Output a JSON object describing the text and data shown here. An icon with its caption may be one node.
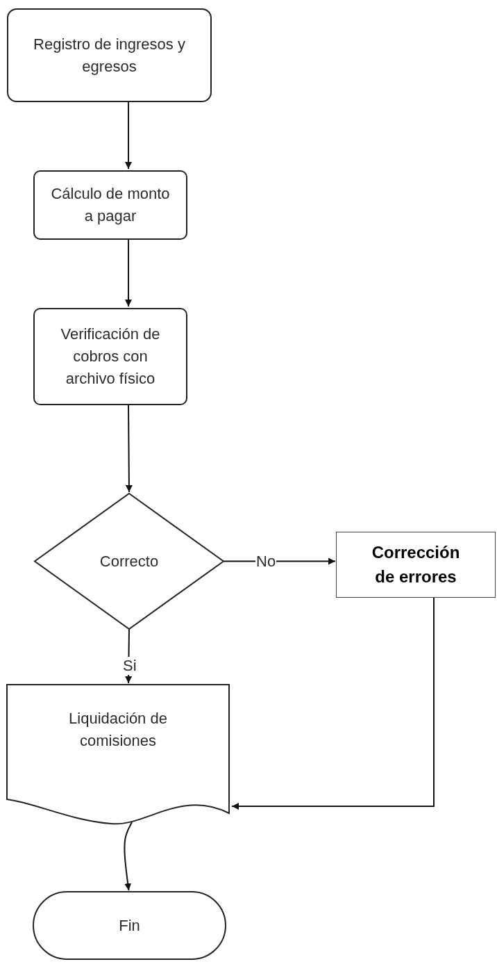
{
  "diagram": {
    "nodes": [
      {
        "text": [
          "Registro de ingresos y egresos"
        ]
      },
      {
        "text": [
          "Cálculo de monto a pagar"
        ]
      },
      {
        "text": [
          "Verificación de cobros con archivo físico"
        ]
      },
      {
        "text": [
          "Correcto"
        ]
      },
      {
        "text": [
          "Corrección de errores"
        ]
      },
      {
        "text": [
          "Liquidación de comisiones"
        ]
      },
      {
        "text": [
          "Fin"
        ]
      }
    ],
    "edges": [
      {
        "from": 0,
        "to": 1,
        "arrow": "to"
      },
      {
        "from": 1,
        "to": 2,
        "arrow": "to"
      },
      {
        "from": 2,
        "to": 3,
        "arrow": "to"
      },
      {
        "from": 3,
        "to": 4,
        "arrow": "to",
        "label": "No"
      },
      {
        "from": 3,
        "to": 5,
        "arrow": "to",
        "label": "Si"
      },
      {
        "from": 4,
        "to": 5,
        "arrow": "to"
      },
      {
        "from": 5,
        "to": 6,
        "arrow": "to"
      }
    ]
  }
}
